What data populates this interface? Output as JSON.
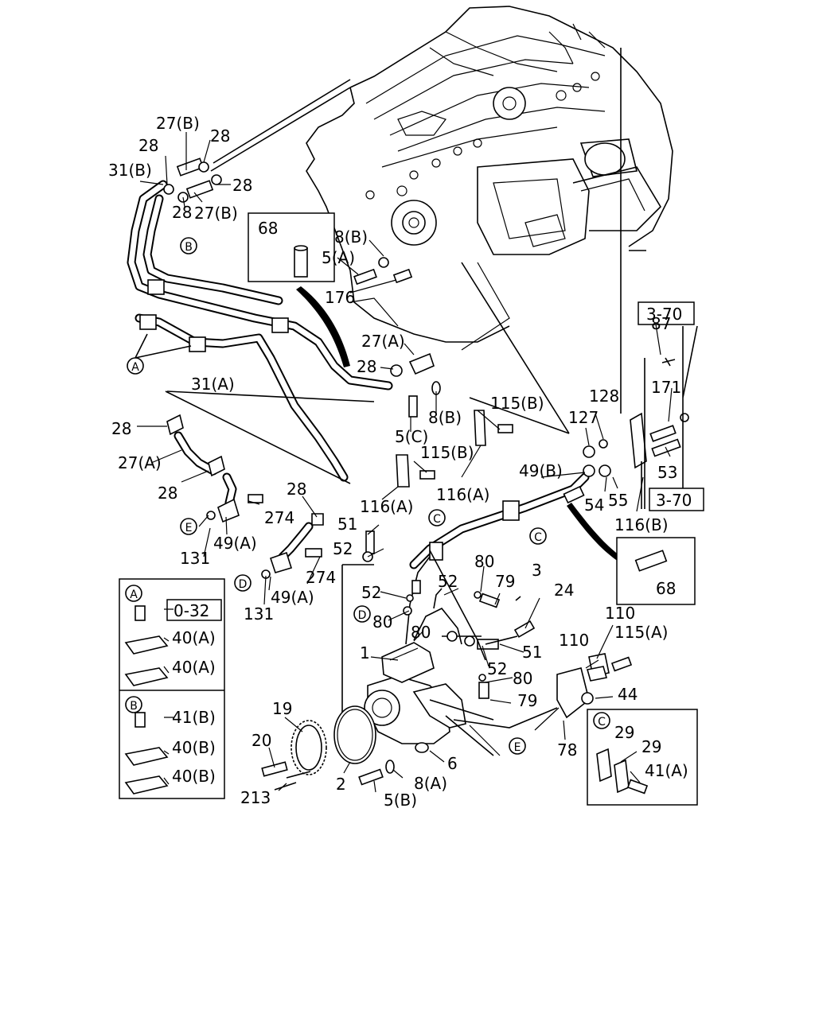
{
  "callouts": {
    "c27B_top": "27(B)",
    "c28_a": "28",
    "c28_b": "28",
    "c31B": "31(B)",
    "c28_c": "28",
    "c28_d": "28",
    "c27B_b": "27(B)",
    "c68_top": "68",
    "c8B_top": "8(B)",
    "c5A": "5(A)",
    "c176": "176",
    "c27A_top": "27(A)",
    "c28_e": "28",
    "c31A": "31(A)",
    "c8B_mid": "8(B)",
    "c5C": "5(C)",
    "c115B_a": "115(B)",
    "c115B_b": "115(B)",
    "c116A_a": "116(A)",
    "c116A_b": "116(A)",
    "c49B": "49(B)",
    "c128": "128",
    "c127": "127",
    "c87": "87",
    "c171": "171",
    "c53": "53",
    "c54": "54",
    "c55": "55",
    "c116B": "116(B)",
    "c68_bot": "68",
    "c28_f": "28",
    "c27A_bot": "27(A)",
    "c28_g": "28",
    "c274_a": "274",
    "c131_a": "131",
    "c49A_a": "49(A)",
    "c28_h": "28",
    "c51_a": "51",
    "c52_a": "52",
    "c274_b": "274",
    "c49A_b": "49(A)",
    "c131_b": "131",
    "c52_b": "52",
    "c52_c": "52",
    "c80_a": "80",
    "c79_a": "79",
    "c3": "3",
    "c24": "24",
    "c80_b": "80",
    "c80_c": "80",
    "c51_b": "51",
    "c52_d": "52",
    "c80_d": "80",
    "c79_b": "79",
    "c1": "1",
    "c110_a": "110",
    "c110_b": "110",
    "c115A": "115(A)",
    "c44": "44",
    "c78": "78",
    "c19": "19",
    "c20": "20",
    "c213": "213",
    "c2": "2",
    "c5B": "5(B)",
    "c8A": "8(A)",
    "c6": "6"
  },
  "references": {
    "ref_3_70_top": "3-70",
    "ref_3_70_bot": "3-70",
    "ref_0_32": "0-32"
  },
  "markers": {
    "A": "A",
    "B": "B",
    "C": "C",
    "D": "D",
    "E": "E"
  },
  "legend": {
    "A": {
      "marker": "A",
      "ref": "0-32",
      "items": [
        "40(A)",
        "40(A)"
      ]
    },
    "B": {
      "marker": "B",
      "items": [
        "41(B)",
        "40(B)",
        "40(B)"
      ]
    },
    "C": {
      "marker": "C",
      "items": [
        "29",
        "29",
        "41(A)"
      ]
    }
  }
}
